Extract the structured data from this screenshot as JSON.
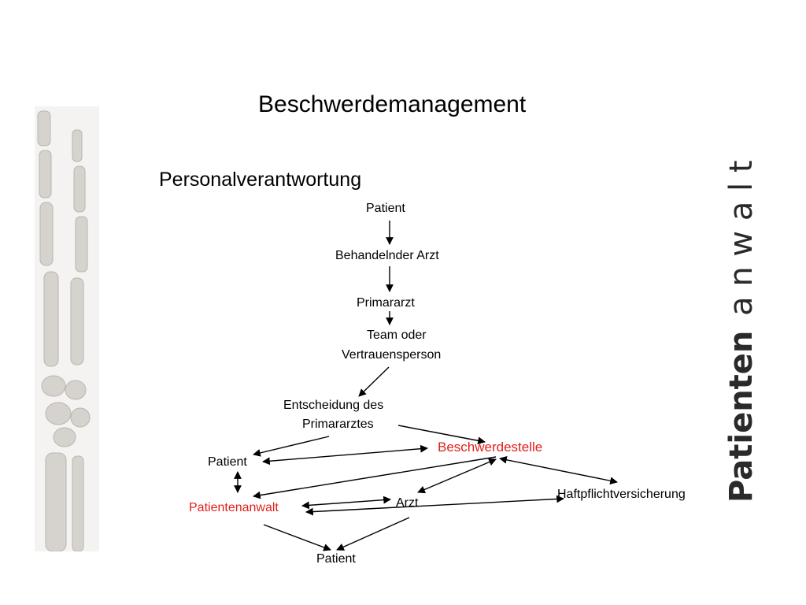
{
  "title": "Beschwerdemanagement",
  "subtitle": "Personalverantwortung",
  "brand": {
    "bold": "Patienten",
    "light": "a n w a l t"
  },
  "nodes": {
    "patient_top": "Patient",
    "behandelnder_arzt": "Behandelnder Arzt",
    "primararzt": "Primararzt",
    "team_line1": "Team oder",
    "team_line2": "Vertrauensperson",
    "entscheidung_line1": "Entscheidung des",
    "entscheidung_line2": "Primararztes",
    "beschwerdestelle": "Beschwerdestelle",
    "patient_mid": "Patient",
    "haftpflicht": "Haftpflichtversicherung",
    "patientenanwalt": "Patientenanwalt",
    "arzt": "Arzt",
    "patient_bottom": "Patient"
  },
  "colors": {
    "highlight": "#e0201b",
    "text": "#000000"
  },
  "image": {
    "icon": "hand-xray-icon"
  }
}
